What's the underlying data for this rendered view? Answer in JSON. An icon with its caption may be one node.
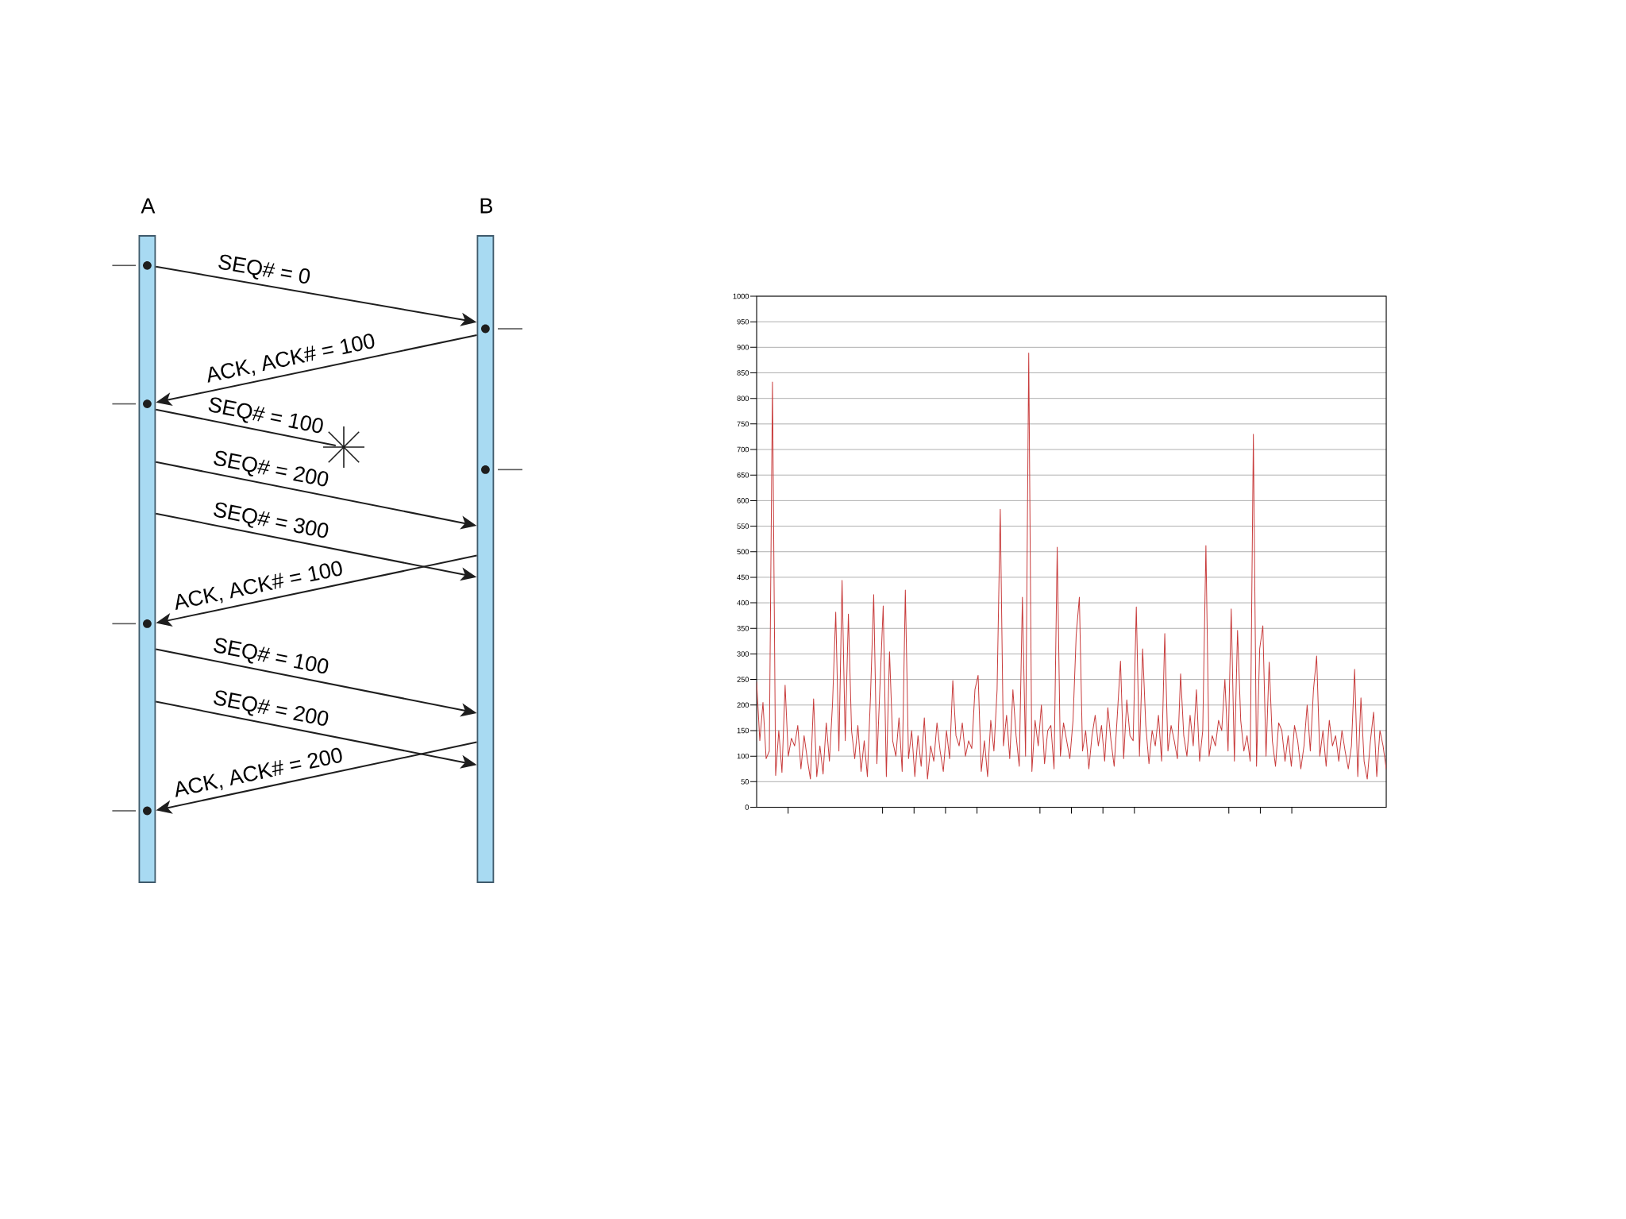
{
  "diagram": {
    "nodes": [
      {
        "text": [
          "A"
        ]
      },
      {
        "text": [
          "B"
        ]
      },
      {
        "text": [],
        "shape": "star"
      }
    ],
    "edges": [
      {
        "from": 0,
        "to": 1,
        "arrow": "to",
        "label": "SEQ# = 0"
      },
      {
        "from": 1,
        "to": 0,
        "arrow": "to",
        "label": "ACK, ACK# = 100"
      },
      {
        "from": 0,
        "to": 2,
        "arrow": "none",
        "label": "SEQ# = 100"
      },
      {
        "from": 0,
        "to": 1,
        "arrow": "to",
        "label": "SEQ# = 200"
      },
      {
        "from": 0,
        "to": 1,
        "arrow": "to",
        "label": "SEQ# = 300"
      },
      {
        "from": 1,
        "to": 0,
        "arrow": "to",
        "label": "ACK, ACK# = 100"
      },
      {
        "from": 0,
        "to": 1,
        "arrow": "to",
        "label": "SEQ# = 100"
      },
      {
        "from": 0,
        "to": 1,
        "arrow": "to",
        "label": "SEQ# = 200"
      },
      {
        "from": 1,
        "to": 0,
        "arrow": "to",
        "label": "ACK, ACK# = 200"
      }
    ],
    "chart_data": {
      "type": "line",
      "grid": true,
      "ylim": [
        0,
        1000
      ],
      "yticks": [
        0,
        50,
        100,
        150,
        200,
        250,
        300,
        350,
        400,
        450,
        500,
        550,
        600,
        650,
        700,
        750,
        800,
        850,
        900,
        950,
        1000
      ],
      "series": [
        {
          "color": "#c83c3c",
          "values": [
            245,
            130,
            205,
            95,
            110,
            832,
            62,
            150,
            68,
            239,
            100,
            135,
            120,
            160,
            75,
            140,
            95,
            55,
            212,
            60,
            120,
            65,
            165,
            90,
            205,
            382,
            110,
            444,
            130,
            378,
            150,
            95,
            160,
            70,
            130,
            60,
            220,
            416,
            85,
            240,
            394,
            60,
            304,
            130,
            100,
            175,
            70,
            425,
            95,
            150,
            60,
            140,
            80,
            175,
            55,
            120,
            90,
            165,
            110,
            70,
            150,
            95,
            248,
            140,
            120,
            165,
            100,
            130,
            115,
            230,
            258,
            70,
            130,
            60,
            170,
            110,
            230,
            583,
            120,
            180,
            95,
            230,
            140,
            80,
            411,
            100,
            889,
            70,
            170,
            120,
            200,
            85,
            150,
            160,
            75,
            509,
            100,
            165,
            130,
            95,
            170,
            337,
            411,
            110,
            150,
            75,
            140,
            180,
            120,
            160,
            90,
            195,
            130,
            80,
            180,
            286,
            95,
            210,
            140,
            130,
            392,
            100,
            310,
            160,
            85,
            150,
            120,
            180,
            90,
            340,
            110,
            160,
            130,
            95,
            261,
            140,
            100,
            180,
            120,
            230,
            90,
            150,
            512,
            100,
            140,
            120,
            170,
            150,
            250,
            110,
            388,
            90,
            346,
            170,
            110,
            140,
            90,
            730,
            80,
            310,
            355,
            100,
            284,
            130,
            80,
            165,
            150,
            90,
            140,
            80,
            160,
            130,
            75,
            120,
            200,
            110,
            230,
            296,
            100,
            150,
            80,
            170,
            120,
            140,
            90,
            150,
            110,
            75,
            120,
            270,
            60,
            214,
            90,
            55,
            130,
            186,
            60,
            150,
            120,
            75
          ]
        }
      ]
    }
  }
}
